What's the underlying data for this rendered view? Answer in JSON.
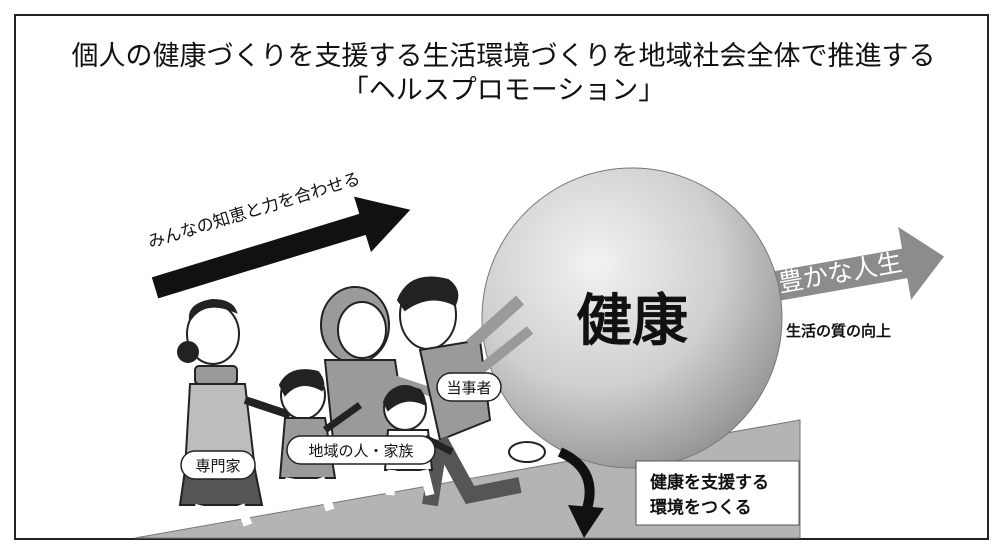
{
  "title": {
    "line1": "個人の健康づくりを支援する生活環境づくりを地域社会全体で推進する",
    "line2": "「ヘルスプロモーション」"
  },
  "arrow_label": "みんなの知恵と力を合わせる",
  "ball_label": "健康",
  "goal_label": "豊かな人生",
  "goal_sub_label": "生活の質の向上",
  "people": {
    "tojisha": "当事者",
    "senmonka": "専門家",
    "chiiki": "地域の人・家族"
  },
  "slope_box": {
    "line1": "健康を支援する",
    "line2": "環境をつくる"
  },
  "colors": {
    "slope": "#b4b4b4",
    "ball": "#cfcfcf",
    "arrow_dark": "#111111",
    "arrow_gray": "#8c8c8c"
  }
}
